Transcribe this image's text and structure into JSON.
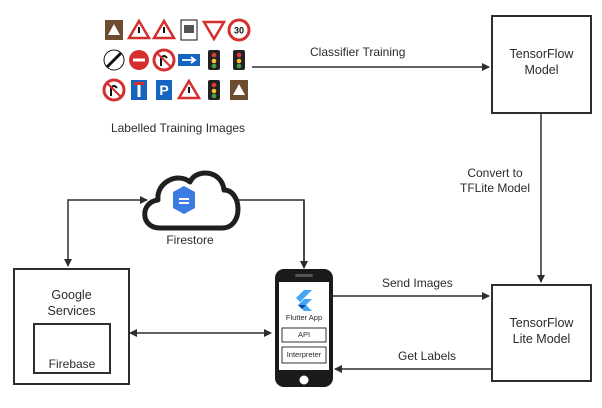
{
  "training_images": {
    "caption": "Labelled Training Images",
    "signs": [
      {
        "icon": "camping-sign-icon",
        "sign_text": ""
      },
      {
        "icon": "danger-triangle-sign-icon",
        "sign_text": ""
      },
      {
        "icon": "falling-rocks-sign-icon",
        "sign_text": ""
      },
      {
        "icon": "city-sign-icon",
        "sign_text": ""
      },
      {
        "icon": "give-way-sign-icon",
        "sign_text": ""
      },
      {
        "icon": "speed-limit-sign-icon",
        "sign_text": "30"
      },
      {
        "icon": "national-speed-limit-sign-icon",
        "sign_text": ""
      },
      {
        "icon": "no-entry-sign-icon",
        "sign_text": ""
      },
      {
        "icon": "no-u-turn-sign-icon",
        "sign_text": ""
      },
      {
        "icon": "one-way-sign-icon",
        "sign_text": ""
      },
      {
        "icon": "pedestrian-signal-sign-icon",
        "sign_text": ""
      },
      {
        "icon": "traffic-light-sign-icon",
        "sign_text": ""
      },
      {
        "icon": "no-right-turn-sign-icon",
        "sign_text": ""
      },
      {
        "icon": "no-through-road-sign-icon",
        "sign_text": ""
      },
      {
        "icon": "parking-sign-icon",
        "sign_text": "P"
      },
      {
        "icon": "warning-sign-icon",
        "sign_text": ""
      },
      {
        "icon": "traffic-light-sign-icon",
        "sign_text": ""
      },
      {
        "icon": "picnic-sign-icon",
        "sign_text": ""
      }
    ]
  },
  "nodes": {
    "tensorflow_model": "TensorFlow\nModel",
    "tflite_model": "TensorFlow\nLite Model",
    "google_services": "Google\nServices",
    "firebase": "Firebase",
    "firestore": "Firestore",
    "phone": {
      "app_label": "Flutter App",
      "api": "API",
      "interpreter": "Interpreter"
    }
  },
  "edges": {
    "classifier_training": "Classifier Training",
    "convert": "Convert to\nTFLite Model",
    "send_images": "Send Images",
    "get_labels": "Get Labels"
  },
  "colors": {
    "line": "#2e2e2e",
    "cloud_blue": "#3b7ce3",
    "flutter_blue": "#42a5f5",
    "firebase_yellow": "#ffca28",
    "firebase_orange": "#f57c00"
  }
}
